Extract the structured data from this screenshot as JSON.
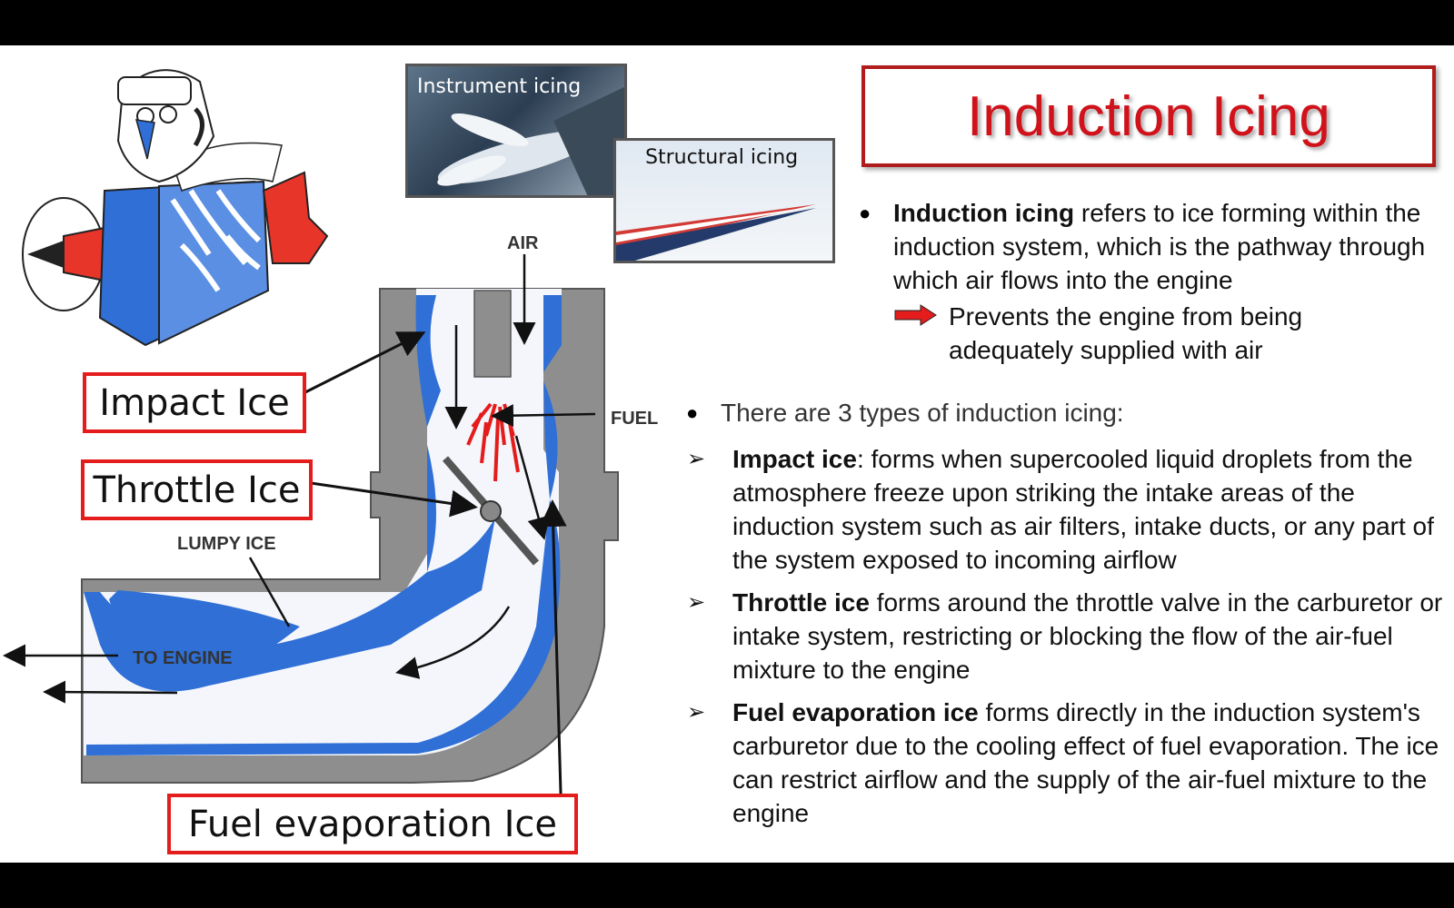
{
  "slide": {
    "title": "Induction Icing",
    "intro": {
      "term": "Induction icing",
      "text": " refers to ice forming within the induction system, which is the pathway through which air flows into the engine",
      "consequence": "Prevents the engine from being adequately supplied with air"
    },
    "types_intro": "There are 3 types of induction icing:",
    "types": [
      {
        "term": "Impact ice",
        "text": ": forms when supercooled liquid droplets from the atmosphere freeze upon striking the intake areas of the induction system such as air filters, intake ducts, or any part of the system exposed to incoming airflow"
      },
      {
        "term": "Throttle ice",
        "text": " forms around the throttle valve in the carburetor or intake system, restricting or blocking the flow of the air-fuel mixture to the engine"
      },
      {
        "term": "Fuel evaporation ice",
        "text": " forms directly in the induction system's carburetor due to the cooling effect of fuel evaporation. The ice can restrict airflow and the supply of the air-fuel mixture to the engine"
      }
    ]
  },
  "photos": {
    "instrument": "Instrument icing",
    "structural": "Structural icing"
  },
  "diagram": {
    "air": "AIR",
    "fuel": "FUEL",
    "lumpy": "LUMPY ICE",
    "engine": "TO ENGINE"
  },
  "callouts": {
    "impact": "Impact Ice",
    "throttle": "Throttle Ice",
    "fuel_evap": "Fuel evaporation Ice"
  },
  "colors": {
    "accent_red": "#e41c1c",
    "ice_blue": "#2f6fd6",
    "title_red": "#d0121b"
  }
}
